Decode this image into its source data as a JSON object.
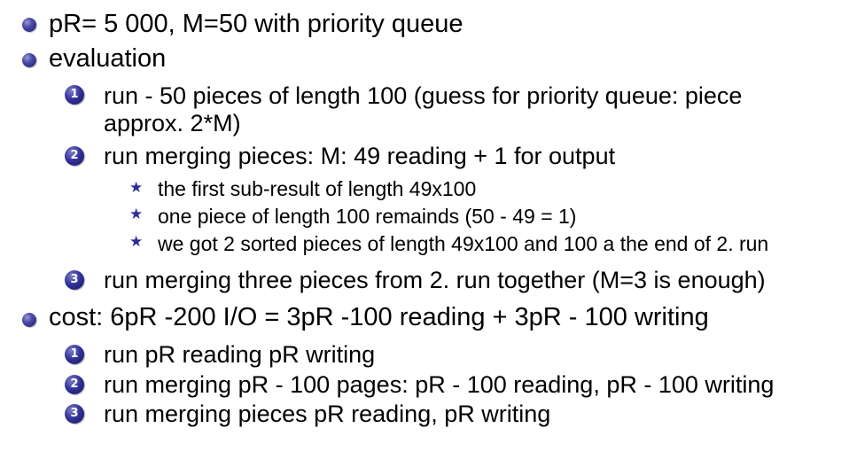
{
  "items": [
    {
      "text": "pR= 5 000, M=50 with priority queue"
    },
    {
      "text": "evaluation",
      "steps": [
        {
          "marker": "1",
          "lines": [
            "run - 50 pieces of length 100 (guess for priority queue: piece",
            "approx. 2*M)"
          ]
        },
        {
          "marker": "2",
          "lines": [
            "run merging pieces: M: 49 reading + 1 for output"
          ],
          "subitems": [
            "the first sub-result of length 49x100",
            "one piece of length 100 remainds (50 - 49 = 1)",
            "we got 2 sorted pieces of length 49x100 and 100 a the end of 2. run"
          ]
        },
        {
          "marker": "3",
          "lines": [
            "run merging three pieces from 2. run together (M=3 is enough)"
          ]
        }
      ]
    },
    {
      "text": "cost: 6pR -200 I/O = 3pR -100 reading + 3pR - 100 writing",
      "steps": [
        {
          "marker": "1",
          "lines": [
            "run pR reading pR writing"
          ]
        },
        {
          "marker": "2",
          "lines": [
            "run merging pR - 100 pages: pR - 100 reading, pR - 100 writing"
          ]
        },
        {
          "marker": "3",
          "lines": [
            "run merging pieces pR reading, pR writing"
          ]
        }
      ]
    }
  ],
  "icons": {
    "level1_bullet": "bullet-dot-icon",
    "level2_bullet": "numbered-ball-icon",
    "level3_bullet": "star-icon"
  },
  "colors": {
    "bullet": "#2e2e8c",
    "star": "#2c2c9a",
    "text": "#000000"
  }
}
